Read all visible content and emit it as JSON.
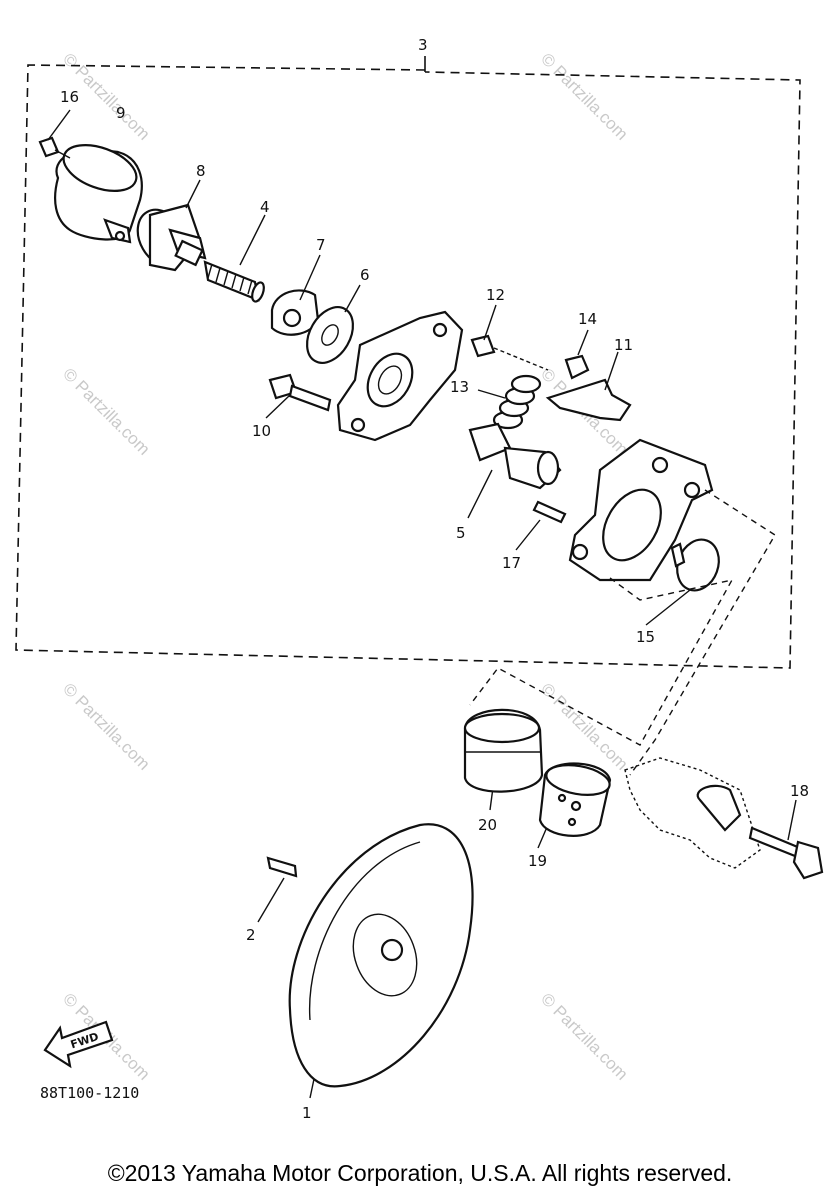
{
  "diagram_code": "88T100-1210",
  "assembly_label": "3",
  "direction_label": "FWD",
  "watermark": "© Partzilla.com",
  "copyright": "©2013 Yamaha Motor Corporation, U.S.A. All rights reserved.",
  "callouts": {
    "p1": "1",
    "p2": "2",
    "p3": "3",
    "p4": "4",
    "p5": "5",
    "p6": "6",
    "p7": "7",
    "p8": "8",
    "p9": "9",
    "p10": "10",
    "p11": "11",
    "p12": "12",
    "p13": "13",
    "p14": "14",
    "p15": "15",
    "p16": "16",
    "p17": "17",
    "p18": "18",
    "p19": "19",
    "p20": "20"
  }
}
